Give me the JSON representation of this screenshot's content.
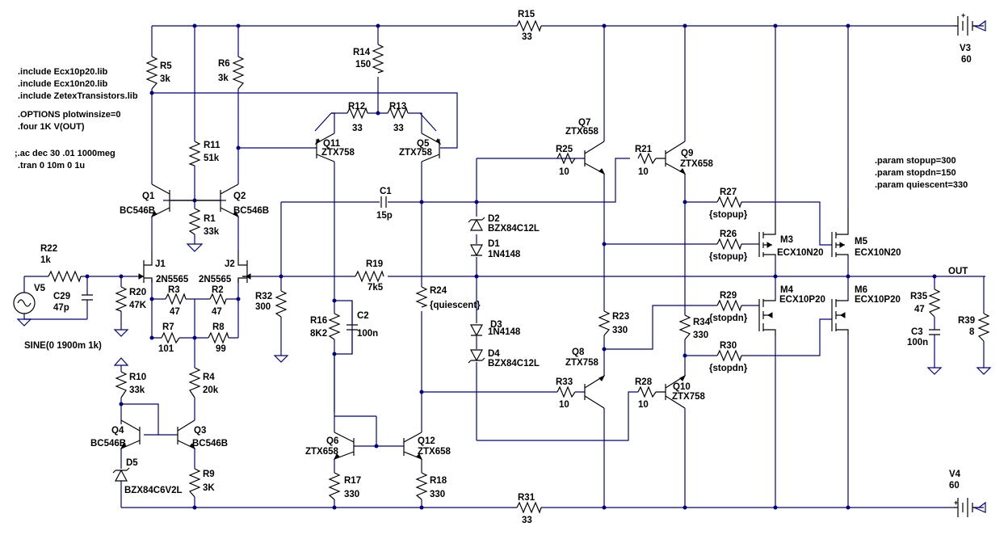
{
  "directives": [
    ".include Ecx10p20.lib",
    ".include Ecx10n20.lib",
    ".include ZetexTransistors.lib",
    ".OPTIONS plotwinsize=0",
    ".four 1K V(OUT)",
    ";.ac dec 30 .01 1000meg",
    ".tran 0 10m 0 1u"
  ],
  "params": [
    ".param stopup=300",
    ".param stopdn=150",
    ".param quiescent=330"
  ],
  "source_spec": "SINE(0 1900m 1k)",
  "net_out": "OUT",
  "components": {
    "R15": {
      "name": "R15",
      "value": "33"
    },
    "R14": {
      "name": "R14",
      "value": "150"
    },
    "R12": {
      "name": "R12",
      "value": "33"
    },
    "R13": {
      "name": "R13",
      "value": "33"
    },
    "R5": {
      "name": "R5",
      "value": "3k"
    },
    "R6": {
      "name": "R6",
      "value": "3k"
    },
    "R11": {
      "name": "R11",
      "value": "51k"
    },
    "R1": {
      "name": "R1",
      "value": "33k"
    },
    "Q1": {
      "name": "Q1",
      "value": "BC546B"
    },
    "Q2": {
      "name": "Q2",
      "value": "BC546B"
    },
    "Q11": {
      "name": "Q11",
      "value": "ZTX758"
    },
    "Q5": {
      "name": "Q5",
      "value": "ZTX758"
    },
    "C1": {
      "name": "C1",
      "value": "15p"
    },
    "R22": {
      "name": "R22",
      "value": "1k"
    },
    "V5": {
      "name": "V5",
      "value": ""
    },
    "C29": {
      "name": "C29",
      "value": "47p"
    },
    "R20": {
      "name": "R20",
      "value": "47K"
    },
    "J1": {
      "name": "J1",
      "value": "2N5565"
    },
    "J2": {
      "name": "J2",
      "value": "2N5565"
    },
    "R3": {
      "name": "R3",
      "value": "47"
    },
    "R2": {
      "name": "R2",
      "value": "47"
    },
    "R7": {
      "name": "R7",
      "value": "101"
    },
    "R8": {
      "name": "R8",
      "value": "99"
    },
    "R32": {
      "name": "R32",
      "value": "300"
    },
    "R19": {
      "name": "R19",
      "value": "7k5"
    },
    "R24": {
      "name": "R24",
      "value": "{quiescent}"
    },
    "R16": {
      "name": "R16",
      "value": "8K2"
    },
    "C2": {
      "name": "C2",
      "value": "100n"
    },
    "R10": {
      "name": "R10",
      "value": "33k"
    },
    "R4": {
      "name": "R4",
      "value": "20k"
    },
    "Q4": {
      "name": "Q4",
      "value": "BC546B"
    },
    "Q3": {
      "name": "Q3",
      "value": "BC546B"
    },
    "D5": {
      "name": "D5",
      "value": "BZX84C6V2L"
    },
    "R9": {
      "name": "R9",
      "value": "3K"
    },
    "Q6": {
      "name": "Q6",
      "value": "ZTX658"
    },
    "Q12": {
      "name": "Q12",
      "value": "ZTX658"
    },
    "R17": {
      "name": "R17",
      "value": "330"
    },
    "R18": {
      "name": "R18",
      "value": "330"
    },
    "R31": {
      "name": "R31",
      "value": "33"
    },
    "D2": {
      "name": "D2",
      "value": "BZX84C12L"
    },
    "D1": {
      "name": "D1",
      "value": "1N4148"
    },
    "D3": {
      "name": "D3",
      "value": "1N4148"
    },
    "D4": {
      "name": "D4",
      "value": "BZX84C12L"
    },
    "Q7": {
      "name": "Q7",
      "value": "ZTX658"
    },
    "Q9": {
      "name": "Q9",
      "value": "ZTX658"
    },
    "R25": {
      "name": "R25",
      "value": "10"
    },
    "R21": {
      "name": "R21",
      "value": "10"
    },
    "R23": {
      "name": "R23",
      "value": "330"
    },
    "R34": {
      "name": "R34",
      "value": "330"
    },
    "Q8": {
      "name": "Q8",
      "value": "ZTX758"
    },
    "Q10": {
      "name": "Q10",
      "value": "ZTX758"
    },
    "R33": {
      "name": "R33",
      "value": "10"
    },
    "R28": {
      "name": "R28",
      "value": "10"
    },
    "R27": {
      "name": "R27",
      "value": "{stopup}"
    },
    "R26": {
      "name": "R26",
      "value": "{stopup}"
    },
    "R29": {
      "name": "R29",
      "value": "{stopdn}"
    },
    "R30": {
      "name": "R30",
      "value": "{stopdn}"
    },
    "M3": {
      "name": "M3",
      "value": "ECX10N20"
    },
    "M5": {
      "name": "M5",
      "value": "ECX10N20"
    },
    "M4": {
      "name": "M4",
      "value": "ECX10P20"
    },
    "M6": {
      "name": "M6",
      "value": "ECX10P20"
    },
    "V3": {
      "name": "V3",
      "value": "60"
    },
    "V4": {
      "name": "V4",
      "value": "60"
    },
    "R35": {
      "name": "R35",
      "value": "47"
    },
    "C3": {
      "name": "C3",
      "value": "100n"
    },
    "R39": {
      "name": "R39",
      "value": "8"
    }
  }
}
